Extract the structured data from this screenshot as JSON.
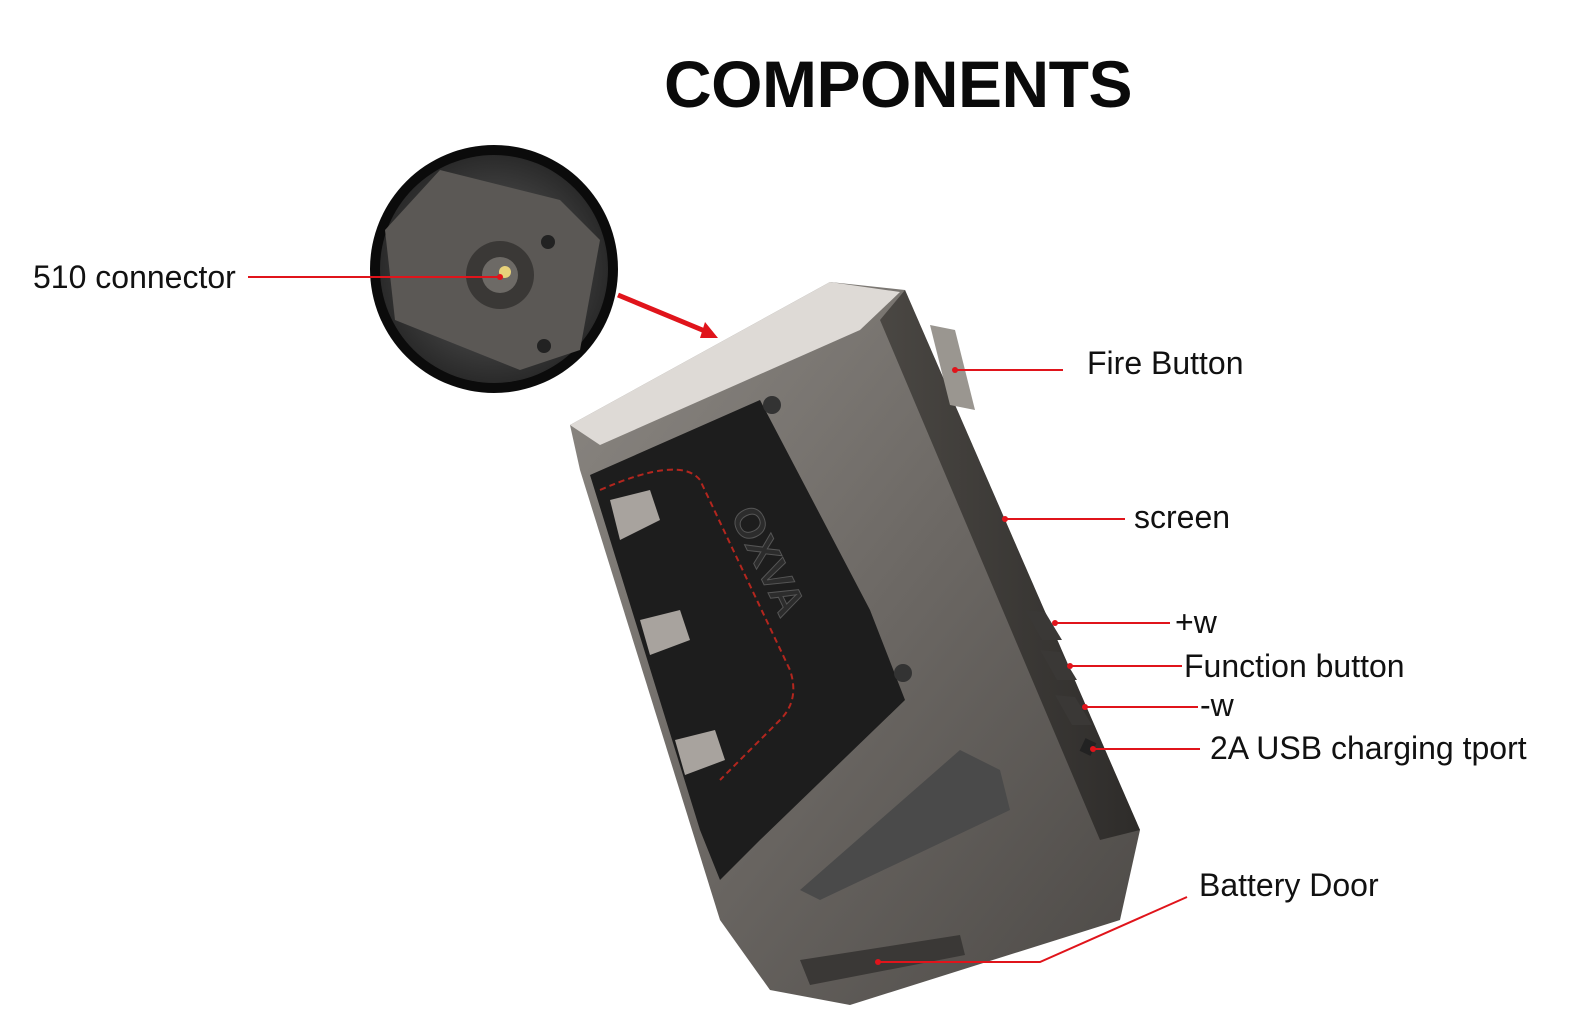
{
  "title": "COMPONENTS",
  "device_logo": "OXVA",
  "callouts": {
    "connector": "510 connector",
    "fire": "Fire Button",
    "screen": "screen",
    "plus_w": "+w",
    "function": "Function button",
    "minus_w": "-w",
    "usb": "2A USB charging tport",
    "battery": "Battery Door"
  },
  "colors": {
    "leader_line": "#e0141b",
    "body": "#6e6a66",
    "grip": "#1c1c1c",
    "stitch": "#b3261e"
  }
}
